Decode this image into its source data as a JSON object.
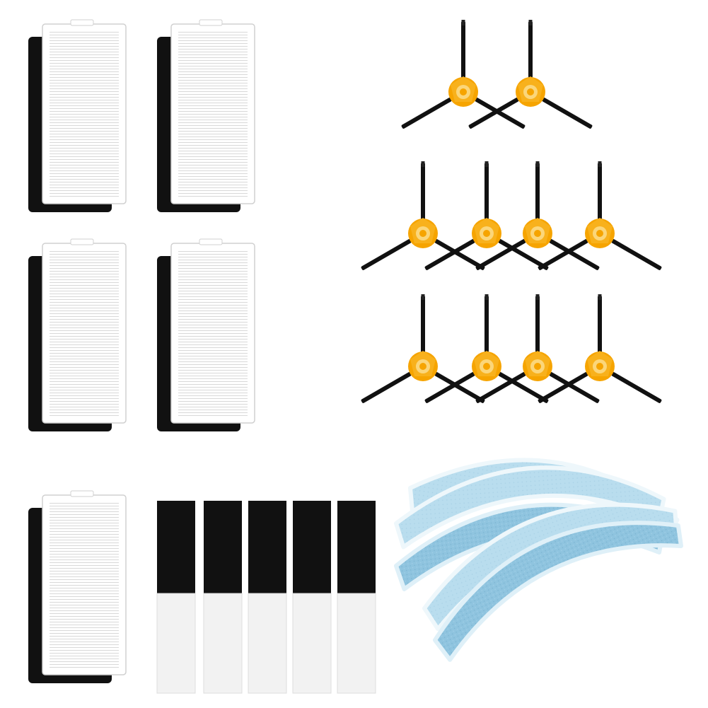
{
  "scene": {
    "background_color": "#ffffff",
    "items": {
      "hepa_filter": {
        "count": 5,
        "frame_color": "#ffffff",
        "pleat_color": "#d9d9d9",
        "foam_color": "#111111"
      },
      "side_brush": {
        "count": 10,
        "hub_color": "#f6a400",
        "bristle_color": "#111111"
      },
      "sponge_filter": {
        "count": 5,
        "foam_color": "#111111",
        "sponge_color": "#f2f2f2"
      },
      "mop_pad": {
        "count": 5,
        "cloth_color": "#8fc4df",
        "edge_color": "#dff0f8"
      }
    }
  }
}
